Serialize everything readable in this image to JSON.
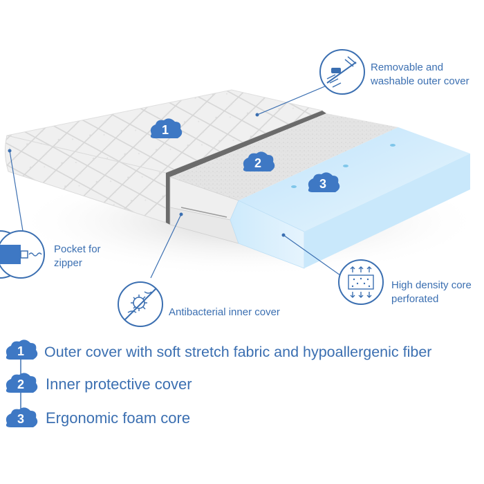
{
  "markers": [
    {
      "number": "1"
    },
    {
      "number": "2"
    },
    {
      "number": "3"
    }
  ],
  "callouts": {
    "removable_cover": "Removable and washable outer cover",
    "zipper_pocket": "Pocket for zipper",
    "antibacterial": "Antibacterial inner cover",
    "foam_core": "High density core perforated"
  },
  "legend": [
    {
      "number": "1",
      "label": "Outer cover with soft stretch fabric and hypoallergenic fiber"
    },
    {
      "number": "2",
      "label": "Inner protective cover"
    },
    {
      "number": "3",
      "label": "Ergonomic foam core"
    }
  ],
  "colors": {
    "accent": "#3b6fb1",
    "badge": "#3e78c4",
    "foam": "#d8ecfb",
    "quilt": "#f1f1f1",
    "inner_layer": "#e6e6e6"
  }
}
